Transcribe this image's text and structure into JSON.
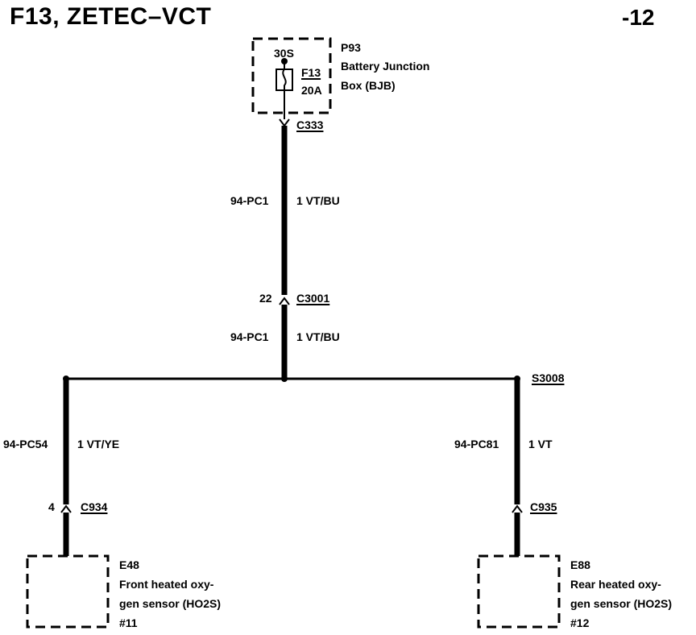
{
  "header": {
    "title": "F13, ZETEC–VCT",
    "page_number": "-12"
  },
  "bjb": {
    "id": "P93",
    "name_line1": "Battery Junction",
    "name_line2": "Box (BJB)",
    "terminal": "30S",
    "fuse_id": "F13",
    "fuse_rating": "20A"
  },
  "connectors": {
    "c333": "C333",
    "c3001": "C3001",
    "c3001_pin": "22",
    "s3008": "S3008",
    "c934": "C934",
    "c934_pin": "4",
    "c935": "C935"
  },
  "wires": {
    "upper": {
      "circuit": "94-PC1",
      "color": "1 VT/BU"
    },
    "middle": {
      "circuit": "94-PC1",
      "color": "1 VT/BU"
    },
    "left": {
      "circuit": "94-PC54",
      "color": "1 VT/YE"
    },
    "right": {
      "circuit": "94-PC81",
      "color": "1 VT"
    }
  },
  "components": {
    "front": {
      "id": "E48",
      "line1": "Front heated oxy-",
      "line2": "gen sensor (HO2S)",
      "line3": "#11"
    },
    "rear": {
      "id": "E88",
      "line1": "Rear heated oxy-",
      "line2": "gen sensor (HO2S)",
      "line3": "#12"
    }
  }
}
